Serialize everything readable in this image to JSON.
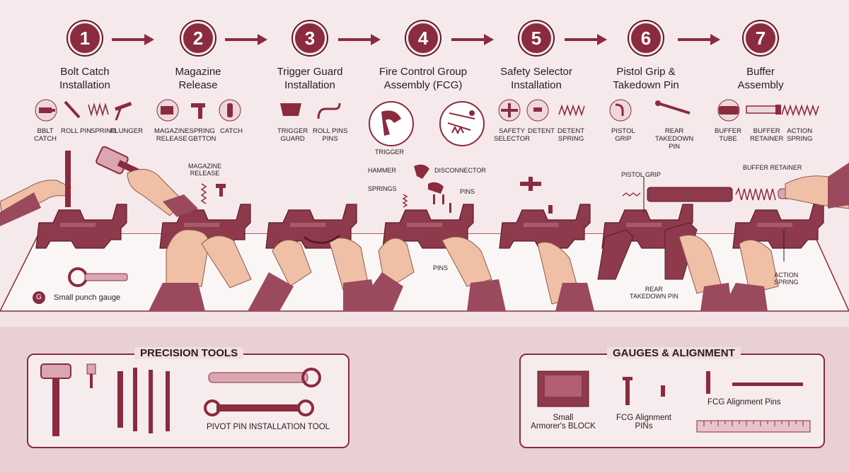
{
  "steps": [
    {
      "num": "1",
      "title_line1": "Bolt Catch",
      "title_line2": "Installation",
      "parts": [
        {
          "label_l1": "BBLT",
          "label_l2": "CATCH"
        },
        {
          "label_l1": "ROLL PIN",
          "label_l2": ""
        },
        {
          "label_l1": "SPRING",
          "label_l2": ""
        },
        {
          "label_l1": "PLUNGER",
          "label_l2": ""
        }
      ]
    },
    {
      "num": "2",
      "title_line1": "Magazine",
      "title_line2": "Release",
      "parts": [
        {
          "label_l1": "MAGAZINE",
          "label_l2": "RELEASE"
        },
        {
          "label_l1": "SPRING",
          "label_l2": "GBTTON"
        },
        {
          "label_l1": "CATCH",
          "label_l2": ""
        }
      ]
    },
    {
      "num": "3",
      "title_line1": "Trigger Guard",
      "title_line2": "Installation",
      "parts": [
        {
          "label_l1": "TRIGGER",
          "label_l2": "GUARD"
        },
        {
          "label_l1": "ROLL PINS",
          "label_l2": "PINS"
        }
      ]
    },
    {
      "num": "4",
      "title_line1": "Fire Control Group",
      "title_line2": "Assembly (FCG)",
      "parts": []
    },
    {
      "num": "5",
      "title_line1": "Safety Selector",
      "title_line2": "Installation",
      "parts": [
        {
          "label_l1": "SAFETY",
          "label_l2": "SELECTOR"
        },
        {
          "label_l1": "DETENT",
          "label_l2": ""
        },
        {
          "label_l1": "DETENT",
          "label_l2": "SPRING"
        }
      ]
    },
    {
      "num": "6",
      "title_line1": "Pistol Grip &",
      "title_line2": "Takedown Pin",
      "parts": [
        {
          "label_l1": "PISTOL",
          "label_l2": "GRIP"
        },
        {
          "label_l1": "REAR",
          "label_l2": "TAKEDOWN",
          "label_l3": "PIN"
        }
      ]
    },
    {
      "num": "7",
      "title_line1": "Buffer",
      "title_line2": "Assembly",
      "parts": [
        {
          "label_l1": "BUFFER",
          "label_l2": "TUBE"
        },
        {
          "label_l1": "BUFFER",
          "label_l2": "RETAINER"
        },
        {
          "label_l1": "ACTION",
          "label_l2": "SPRING"
        }
      ]
    }
  ],
  "callouts": {
    "magazine_release_l1": "MAGAZINE",
    "magazine_release_l2": "RELEASE",
    "trigger": "TRIGGER",
    "hammer": "HAMMER",
    "disconnector": "DISCONNECTOR",
    "springs": "SPRINGS",
    "pins": "PINS",
    "pins_bottom": "PINS",
    "pistol_grip": "PISTOL GRIP",
    "buffer_retainer": "BUFFER RETAINER",
    "rear_takedown_l1": "REAR",
    "rear_takedown_l2": "TAKEDOWN PIN",
    "action_spring_l1": "ACTION",
    "action_spring_l2": "SPRING"
  },
  "gauge_note": {
    "badge": "G",
    "text": "Small punch gauge"
  },
  "precision_tools": {
    "title": "PRECISION TOOLS",
    "pivot_label": "PIVOT PIN INSTALLATION TOOL"
  },
  "gauges": {
    "title": "GAUGES & ALIGNMENT",
    "block_l1": "Small",
    "block_l2": "Armorer's BLOCK",
    "fcg_pins_l1": "FCG Alignment",
    "fcg_pins_l2": "PINs",
    "fcg_pins_right": "FCG Alignment Pins"
  },
  "colors": {
    "accent": "#8a2b3f",
    "receiver": "#8e3a4c",
    "skin": "#efbfa6",
    "sleeve": "#9a4a5c",
    "bg": "#f5e9eb"
  }
}
